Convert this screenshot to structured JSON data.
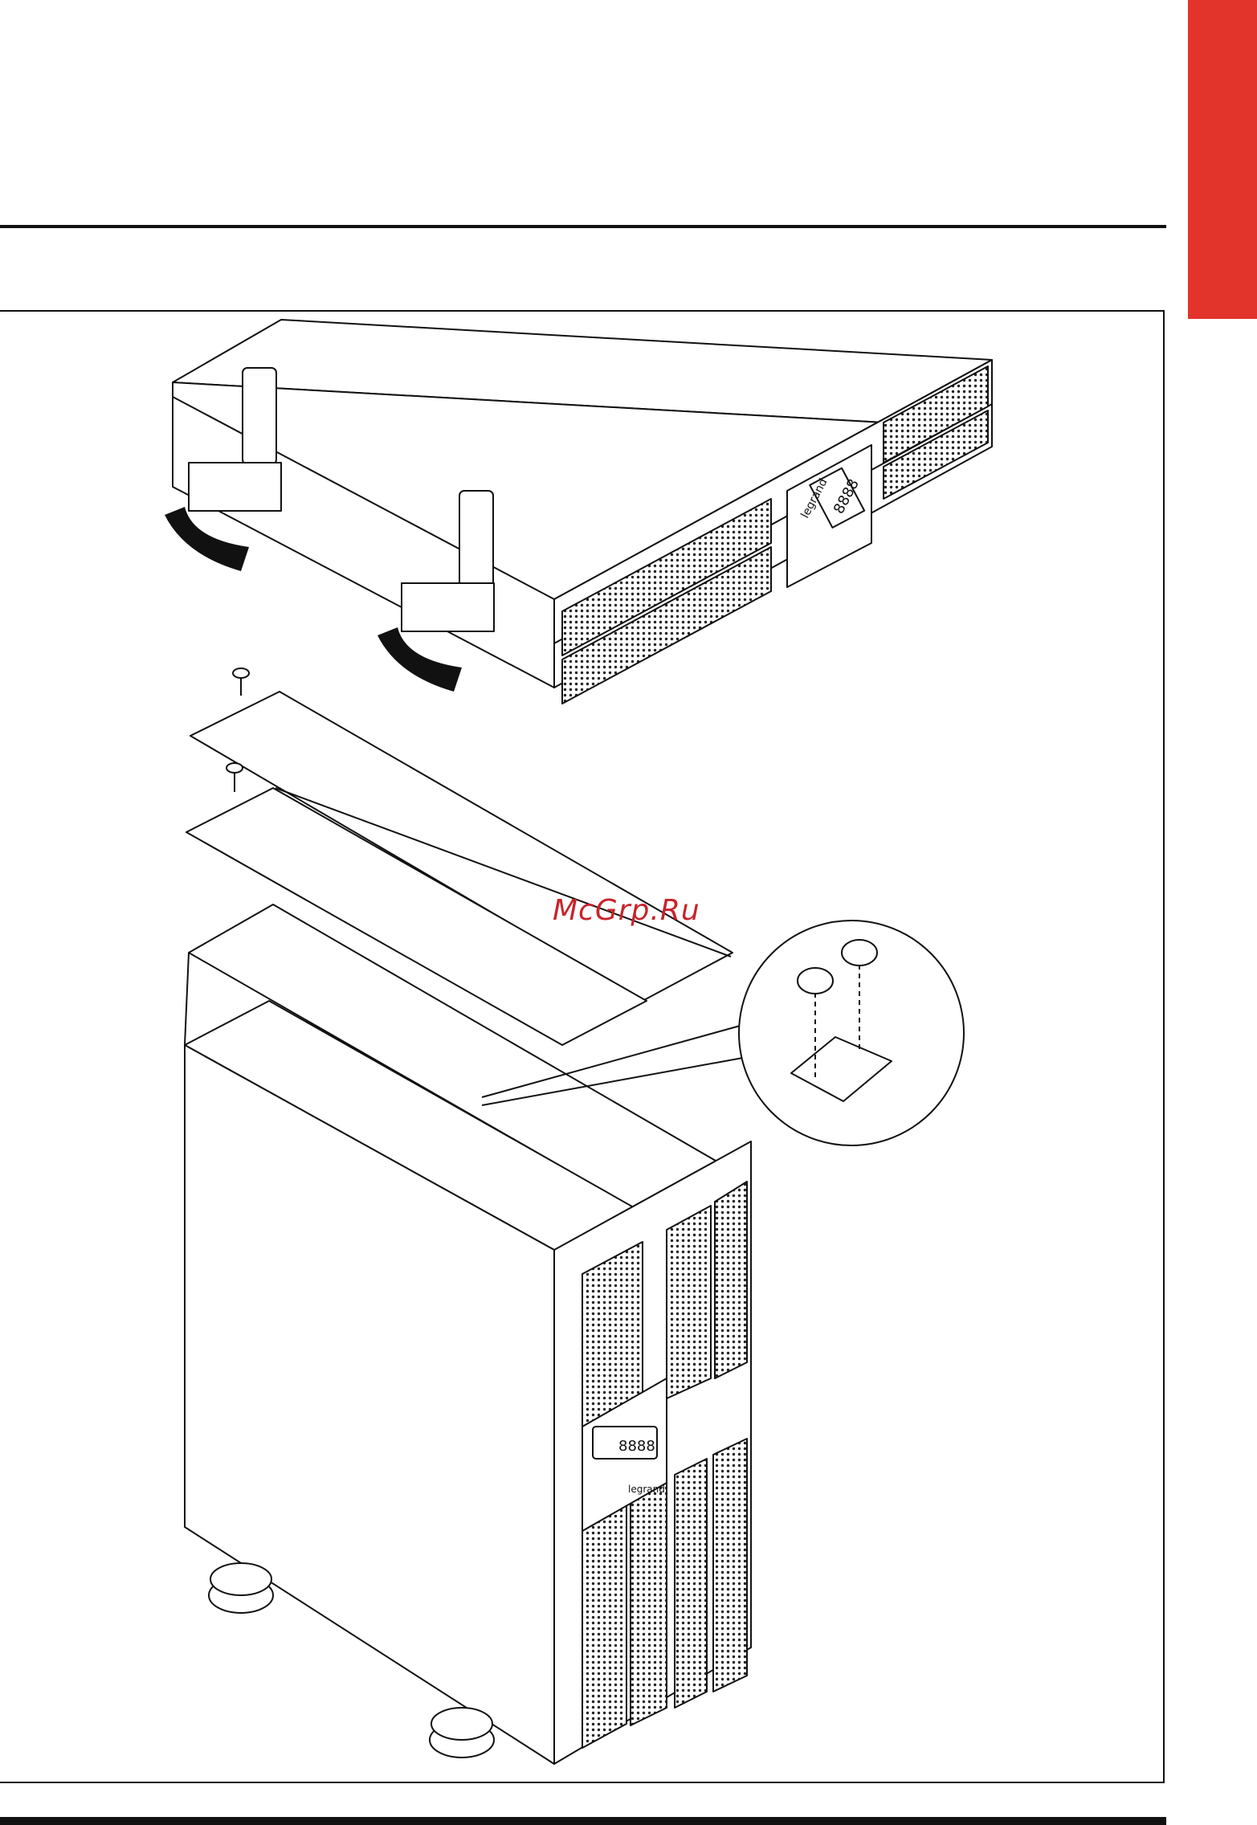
{
  "page": {
    "accent_color": "#e3342b",
    "watermark": "McGrp.Ru"
  },
  "figure": {
    "brand_label": "legrand",
    "display_digits": "8888"
  },
  "icons": [
    "screw-icon",
    "rotate-arrow-icon",
    "rack-bracket-icon",
    "ups-unit-icon",
    "cover-plate-icon",
    "tower-foot-icon",
    "magnifier-callout-icon"
  ]
}
